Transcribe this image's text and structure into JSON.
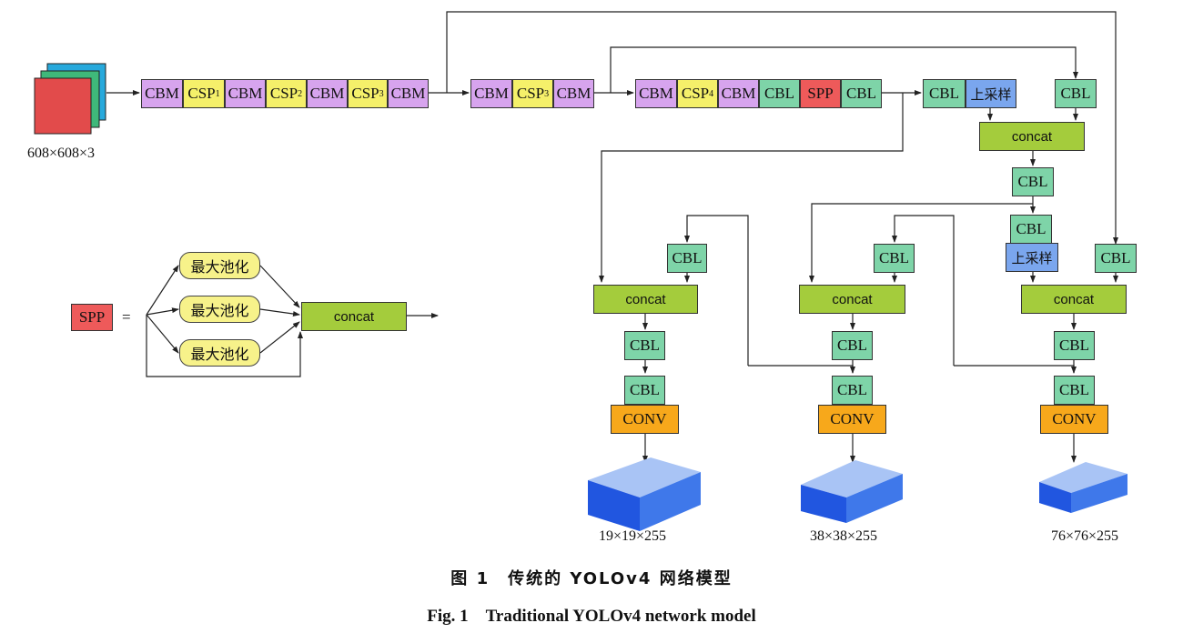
{
  "colors": {
    "cbm": "#d7a4ee",
    "csp": "#f5f06a",
    "cbl": "#7ed4a8",
    "spp": "#ee5a5a",
    "upsample": "#7aa6ee",
    "concat": "#a4cc3c",
    "conv": "#f7a81b",
    "cube": "#3a6ee8",
    "pool": "#f7f28a"
  },
  "input": {
    "size_label": "608×608×3"
  },
  "labels": {
    "cbm": "CBM",
    "csp": "CSP",
    "cbl": "CBL",
    "spp": "SPP",
    "upsample": "上采样",
    "concat": "concat",
    "conv": "CONV",
    "equals": "=",
    "maxpool": "最大池化"
  },
  "subscripts": {
    "s1": "1",
    "s2": "2",
    "s3": "3",
    "s4": "4"
  },
  "outputs": {
    "out1": "19×19×255",
    "out2": "38×38×255",
    "out3": "76×76×255"
  },
  "caption": {
    "zh": "图 1　传统的 YOLOv4 网络模型",
    "en": "Fig. 1　Traditional YOLOv4 network model"
  }
}
